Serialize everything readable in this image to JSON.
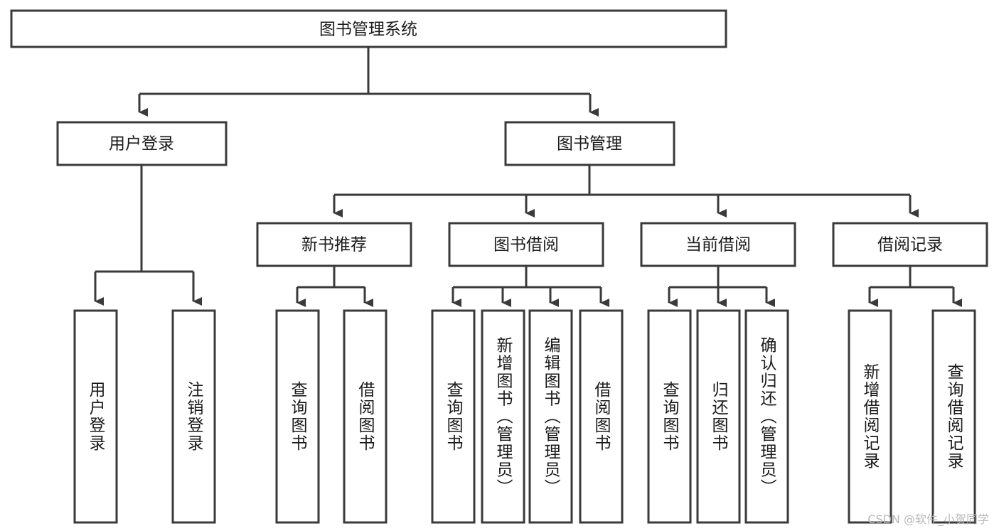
{
  "diagram": {
    "type": "tree-hierarchy-chart",
    "title": "图书管理系统",
    "watermark": "CSDN @软件_小贺同学",
    "colors": {
      "background": "#ffffff",
      "stroke": "#3a3a3a",
      "box_fill": "#ffffff",
      "text": "#1a1a1a",
      "watermark": "#b8b8b8"
    },
    "root": {
      "label": "图书管理系统"
    },
    "level2": [
      {
        "label": "用户登录"
      },
      {
        "label": "图书管理"
      }
    ],
    "level3": [
      {
        "label": "新书推荐"
      },
      {
        "label": "图书借阅"
      },
      {
        "label": "当前借阅"
      },
      {
        "label": "借阅记录"
      }
    ],
    "leaves": {
      "user_login": [
        {
          "label": "用户登录"
        },
        {
          "label": "注销登录"
        }
      ],
      "new_book_recommend": [
        {
          "label": "查询图书"
        },
        {
          "label": "借阅图书"
        }
      ],
      "book_borrow": [
        {
          "label": "查询图书"
        },
        {
          "label": "新增图书（管理员）"
        },
        {
          "label": "编辑图书（管理员）"
        },
        {
          "label": "借阅图书"
        }
      ],
      "current_borrow": [
        {
          "label": "查询图书"
        },
        {
          "label": "归还图书"
        },
        {
          "label": "确认归还（管理员）"
        }
      ],
      "borrow_record": [
        {
          "label": "新增借阅记录"
        },
        {
          "label": "查询借阅记录"
        }
      ]
    }
  }
}
